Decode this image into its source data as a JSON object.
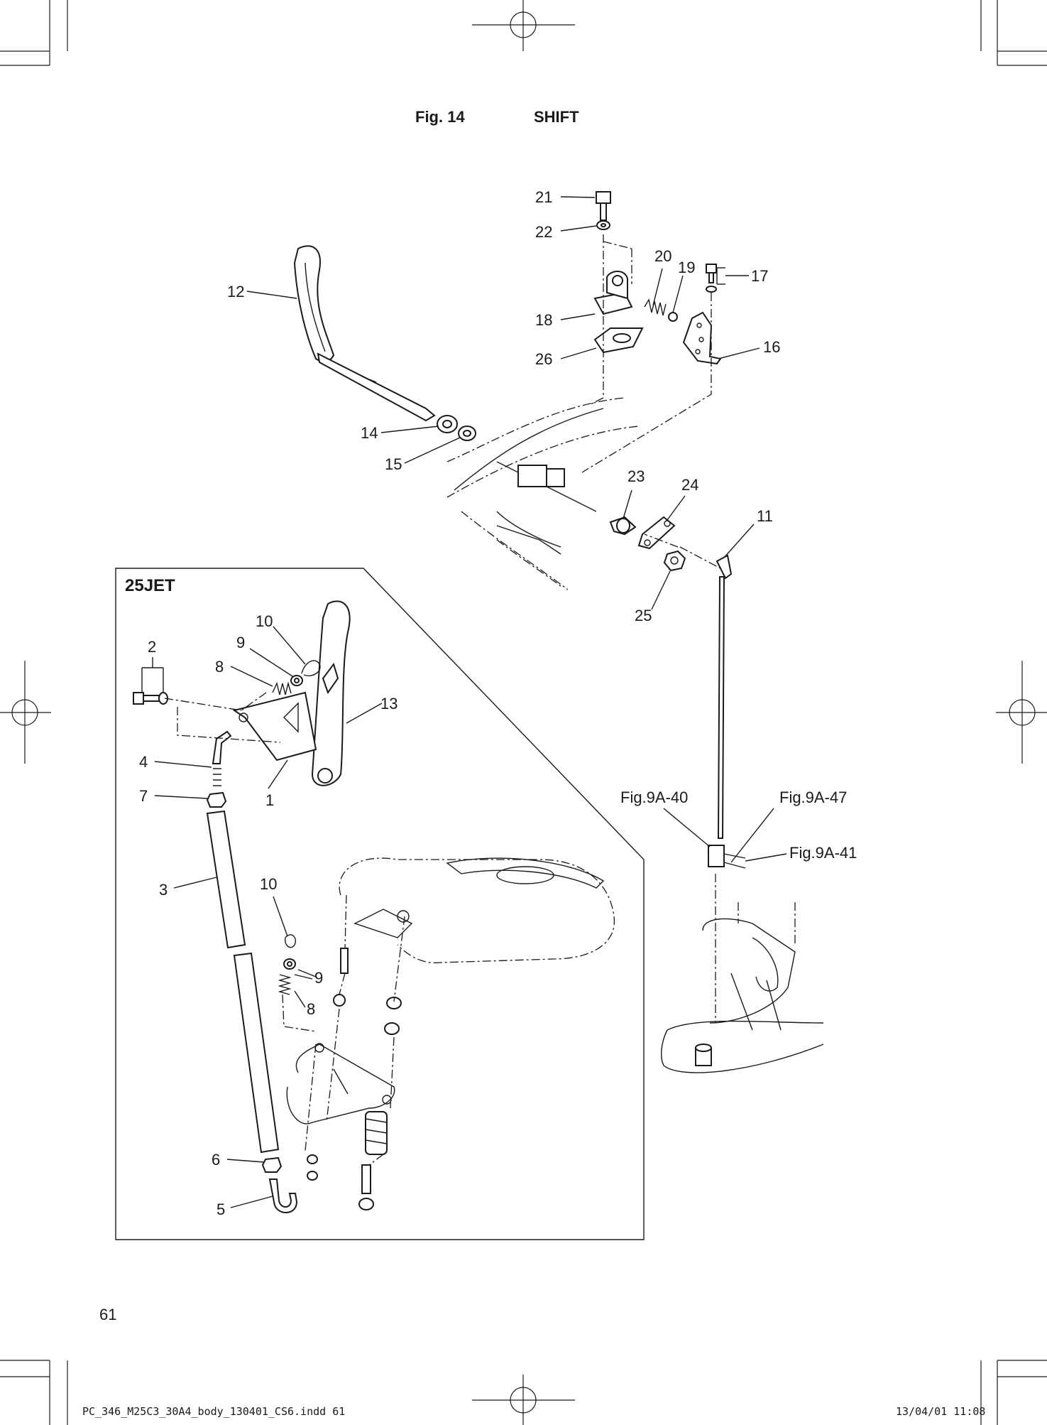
{
  "figure": {
    "number": "Fig. 14",
    "title": "SHIFT"
  },
  "inset": {
    "label": "25JET"
  },
  "callouts": {
    "c1": "1",
    "c2": "2",
    "c3": "3",
    "c4": "4",
    "c5": "5",
    "c6": "6",
    "c7": "7",
    "c8a": "8",
    "c8b": "8",
    "c9a": "9",
    "c9b": "9",
    "c10a": "10",
    "c10b": "10",
    "c11": "11",
    "c12": "12",
    "c13": "13",
    "c14": "14",
    "c15": "15",
    "c16": "16",
    "c17": "17",
    "c18": "18",
    "c19": "19",
    "c20": "20",
    "c21": "21",
    "c22": "22",
    "c23": "23",
    "c24": "24",
    "c25": "25",
    "c26": "26"
  },
  "references": {
    "ref1": "Fig.9A-40",
    "ref2": "Fig.9A-47",
    "ref3": "Fig.9A-41"
  },
  "page_number": "61",
  "footer": {
    "file": "PC_346_M25C3_30A4_body_130401_CS6.indd  61",
    "timestamp": "13/04/01  11:08"
  }
}
